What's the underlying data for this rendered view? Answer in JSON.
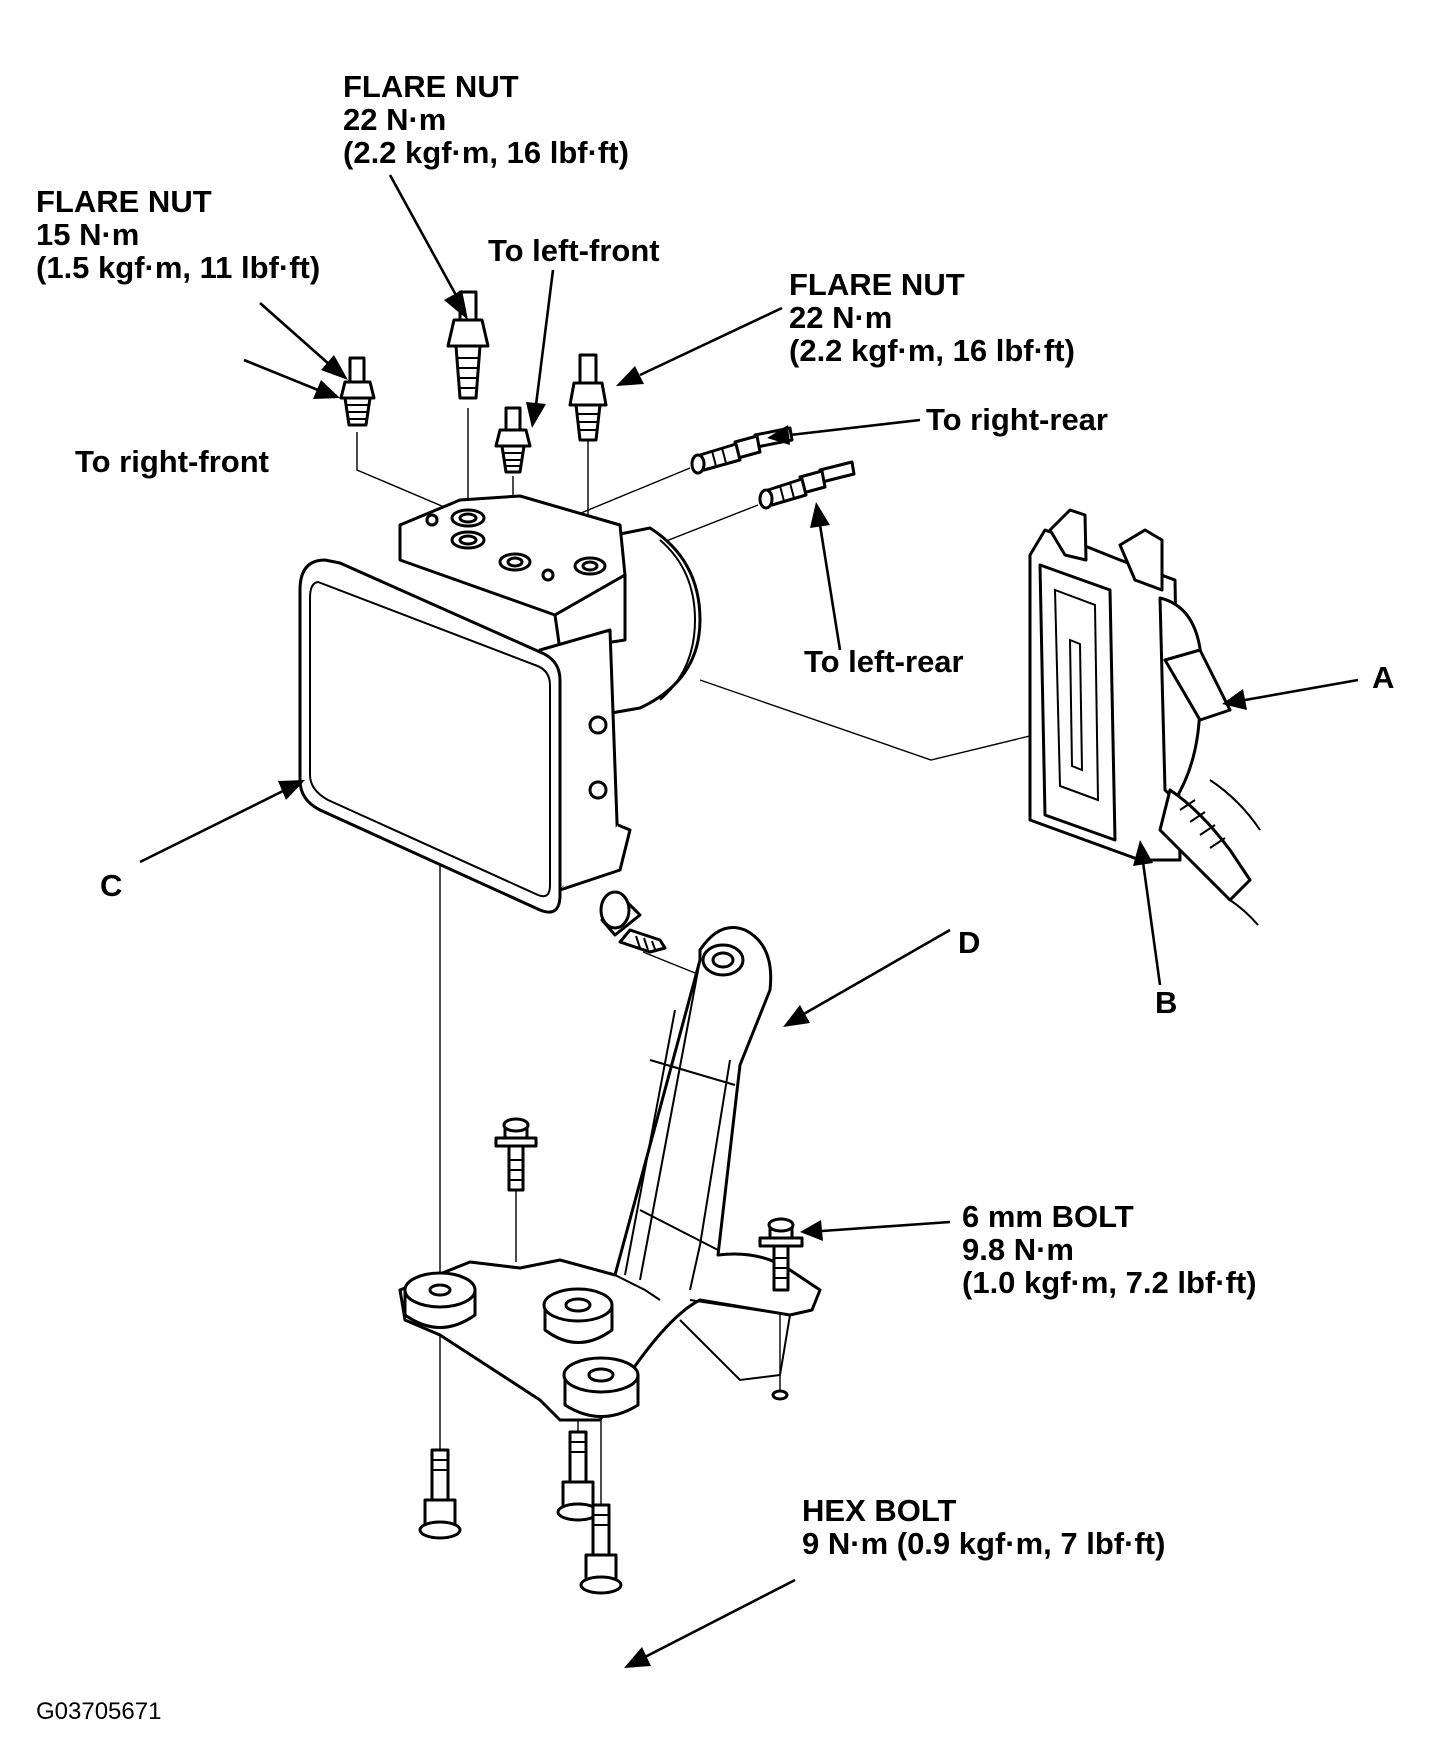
{
  "callouts": {
    "flare_nut_top": {
      "title": "FLARE NUT",
      "torque": "22 N·m",
      "alt": "(2.2 kgf·m, 16 lbf·ft)"
    },
    "flare_nut_left": {
      "title": "FLARE NUT",
      "torque": "15 N·m",
      "alt": "(1.5 kgf·m, 11 lbf·ft)"
    },
    "flare_nut_right": {
      "title": "FLARE NUT",
      "torque": "22 N·m",
      "alt": "(2.2 kgf·m, 16 lbf·ft)"
    },
    "bolt_6mm": {
      "title": "6 mm BOLT",
      "torque": "9.8 N·m",
      "alt": "(1.0 kgf·m, 7.2 lbf·ft)"
    },
    "hex_bolt": {
      "title": "HEX BOLT",
      "torque": "9 N·m (0.9 kgf·m, 7 lbf·ft)"
    }
  },
  "lines": {
    "left_front": "To left-front",
    "right_front": "To right-front",
    "right_rear": "To right-rear",
    "left_rear": "To left-rear"
  },
  "part_letters": {
    "a": "A",
    "b": "B",
    "c": "C",
    "d": "D"
  },
  "figure_id": "G03705671"
}
